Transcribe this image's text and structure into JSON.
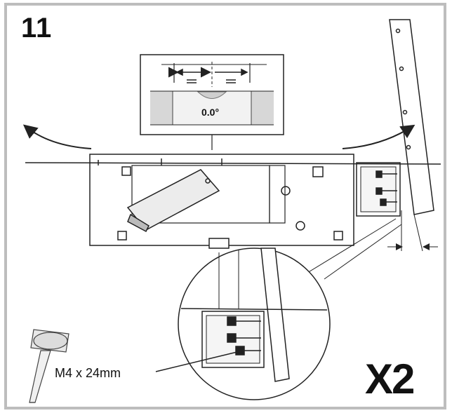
{
  "step": {
    "number": "11"
  },
  "level_display": {
    "reading": "0.0°"
  },
  "callout": {
    "screw_label": "M4 x 24mm"
  },
  "quantity": {
    "label": "X2"
  }
}
